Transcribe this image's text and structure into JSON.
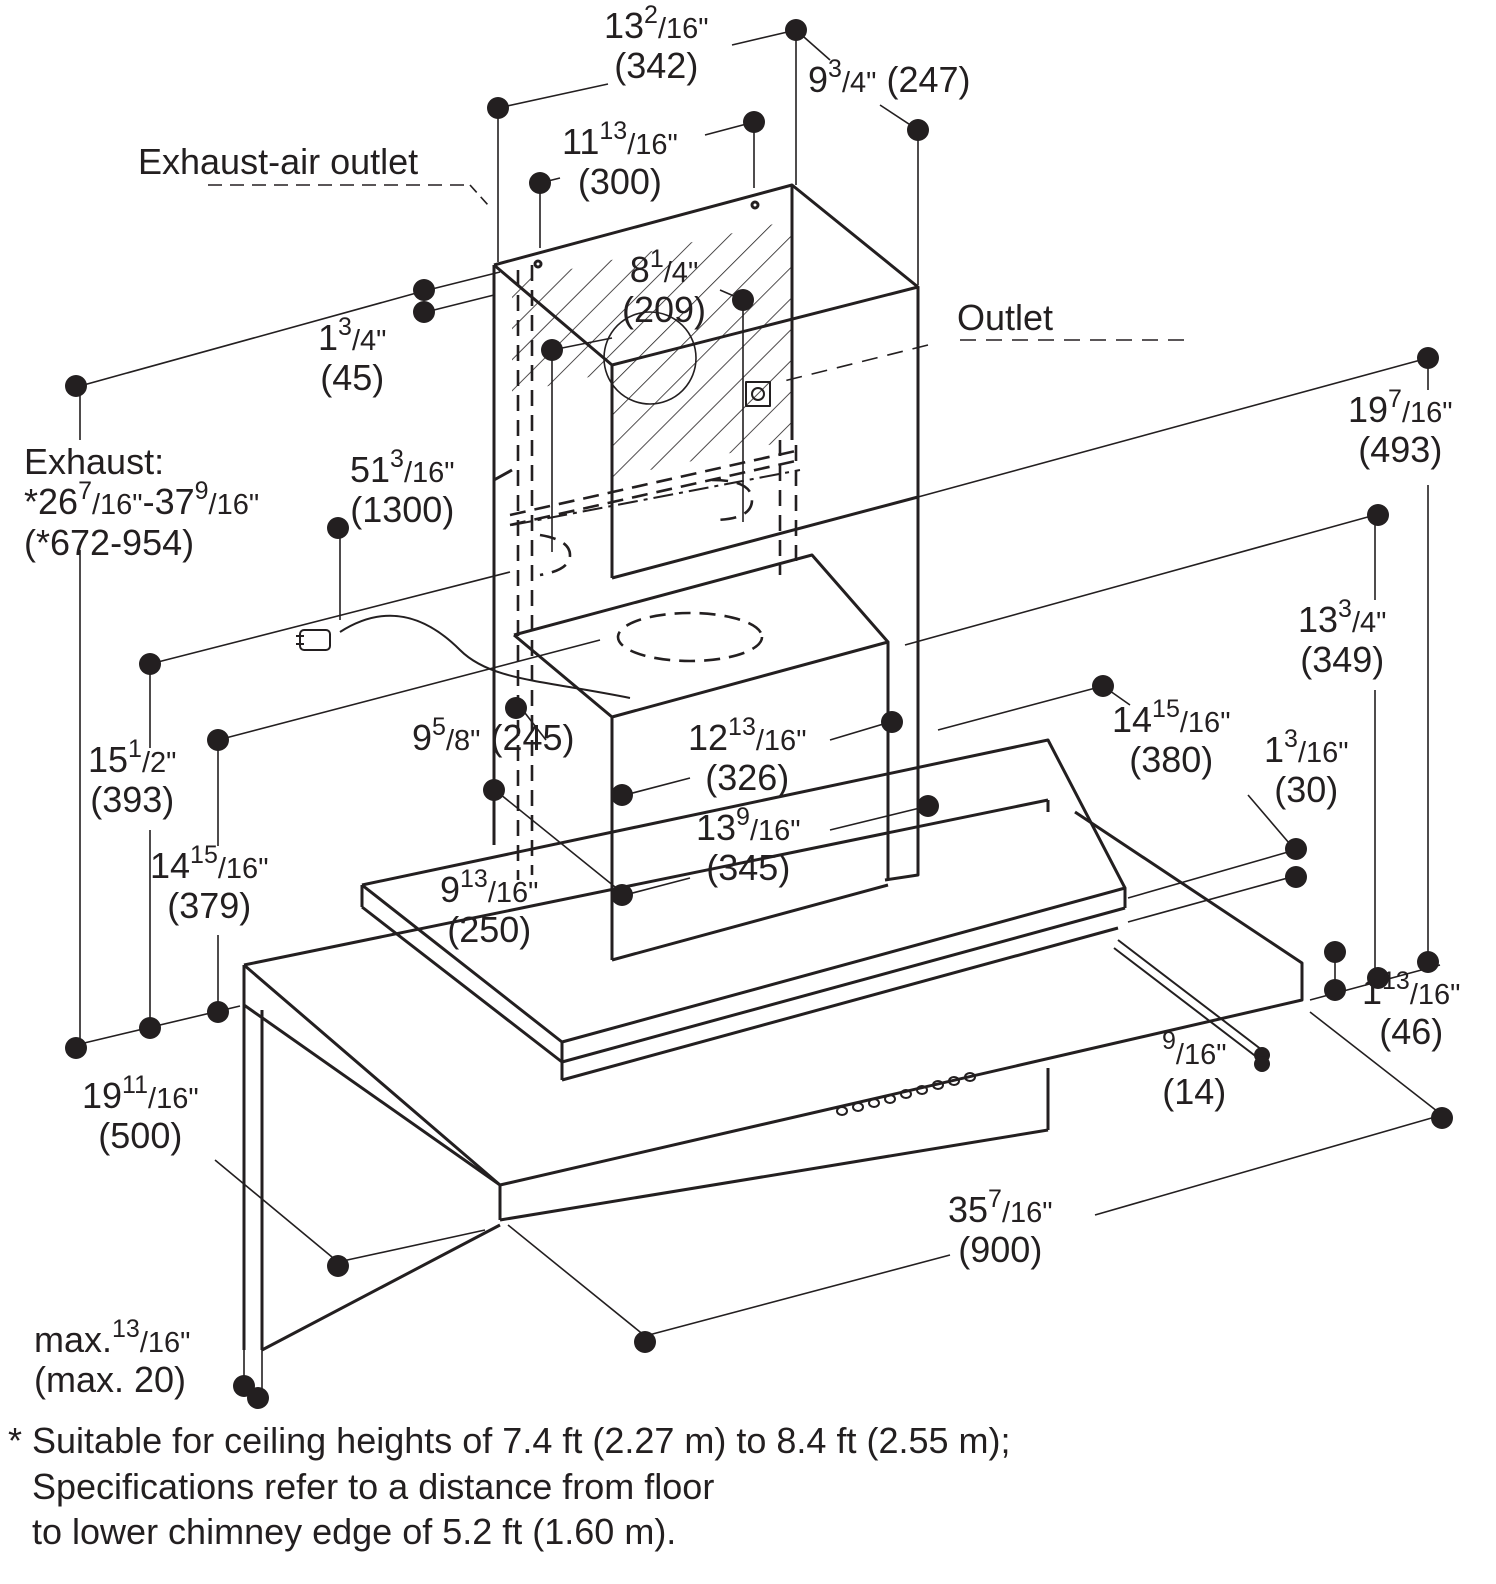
{
  "labels": {
    "exhaust_air_outlet": "Exhaust-air outlet",
    "outlet": "Outlet",
    "exhaust_title": "Exhaust:"
  },
  "dims": {
    "d342": {
      "w": "13",
      "num": "2",
      "den": "16",
      "unit": "\"",
      "mm": "(342)"
    },
    "d247": {
      "w": "9",
      "num": "3",
      "den": "4",
      "unit": "\"",
      "mm": "(247)"
    },
    "d300": {
      "w": "11",
      "num": "13",
      "den": "16",
      "unit": "\"",
      "mm": "(300)"
    },
    "d209": {
      "w": "8",
      "num": "1",
      "den": "4",
      "unit": "\"",
      "mm": "(209)"
    },
    "d45": {
      "w": "1",
      "num": "3",
      "den": "4",
      "unit": "\"",
      "mm": "(45)"
    },
    "d1300": {
      "w": "51",
      "num": "3",
      "den": "16",
      "unit": "\"",
      "mm": "(1300)"
    },
    "d493": {
      "w": "19",
      "num": "7",
      "den": "16",
      "unit": "\"",
      "mm": "(493)"
    },
    "d349": {
      "w": "13",
      "num": "3",
      "den": "4",
      "unit": "\"",
      "mm": "(349)"
    },
    "d393": {
      "w": "15",
      "num": "1",
      "den": "2",
      "unit": "\"",
      "mm": "(393)"
    },
    "d245": {
      "w": "9",
      "num": "5",
      "den": "8",
      "unit": "\"",
      "mm": "(245)"
    },
    "d326": {
      "w": "12",
      "num": "13",
      "den": "16",
      "unit": "\"",
      "mm": "(326)"
    },
    "d380": {
      "w": "14",
      "num": "15",
      "den": "16",
      "unit": "\"",
      "mm": "(380)"
    },
    "d30": {
      "w": "1",
      "num": "3",
      "den": "16",
      "unit": "\"",
      "mm": "(30)"
    },
    "d345": {
      "w": "13",
      "num": "9",
      "den": "16",
      "unit": "\"",
      "mm": "(345)"
    },
    "d379": {
      "w": "14",
      "num": "15",
      "den": "16",
      "unit": "\"",
      "mm": "(379)"
    },
    "d250": {
      "w": "9",
      "num": "13",
      "den": "16",
      "unit": "\"",
      "mm": "(250)"
    },
    "d46": {
      "w": "1",
      "num": "13",
      "den": "16",
      "unit": "\"",
      "mm": "(46)"
    },
    "d500": {
      "w": "19",
      "num": "11",
      "den": "16",
      "unit": "\"",
      "mm": "(500)"
    },
    "d14": {
      "w": "",
      "num": "9",
      "den": "16",
      "unit": "\"",
      "mm": "(14)"
    },
    "d900": {
      "w": "35",
      "num": "7",
      "den": "16",
      "unit": "\"",
      "mm": "(900)"
    },
    "d20": {
      "w": "max.",
      "num": "13",
      "den": "16",
      "unit": "\"",
      "mm": "(max. 20)"
    }
  },
  "exhaust": {
    "a_w": "*26",
    "a_num": "7",
    "a_den": "16",
    "a_unit": "\"",
    "b_w": "-37",
    "b_num": "9",
    "b_den": "16",
    "b_unit": "\"",
    "mm": "(*672-954)"
  },
  "footnote": {
    "line1": "* Suitable for ceiling heights of 7.4 ft (2.27 m) to 8.4 ft (2.55 m);",
    "line2": "Specifications refer to a distance from floor",
    "line3": "to lower chimney edge of 5.2 ft (1.60 m)."
  },
  "colors": {
    "ink": "#231f20",
    "paper": "#ffffff"
  }
}
